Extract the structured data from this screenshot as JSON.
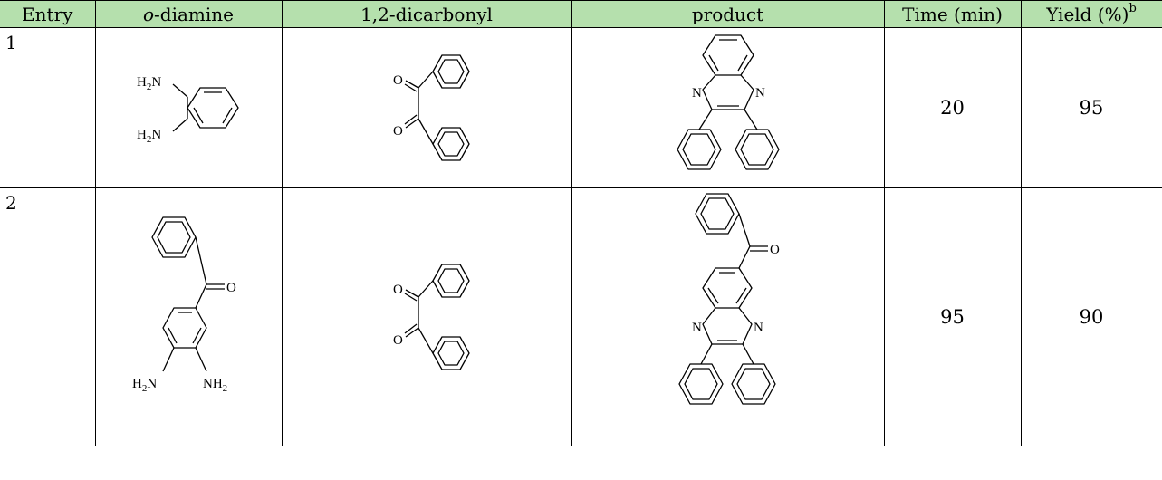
{
  "table": {
    "headers": {
      "entry": "Entry",
      "diamine_prefix": "o",
      "diamine_rest": "-diamine",
      "dicarbonyl": "1,2-dicarbonyl",
      "product": "product",
      "time": "Time (min)",
      "yield": "Yield (%)",
      "yield_sup": "b"
    },
    "header_color": "#b5e0ad",
    "rows": [
      {
        "entry": "1",
        "time": "20",
        "yield": "95"
      },
      {
        "entry": "2",
        "time": "95",
        "yield": "90"
      }
    ]
  },
  "labels": {
    "h2n": "H2N",
    "nh2": "NH2",
    "o": "O",
    "n": "N"
  }
}
